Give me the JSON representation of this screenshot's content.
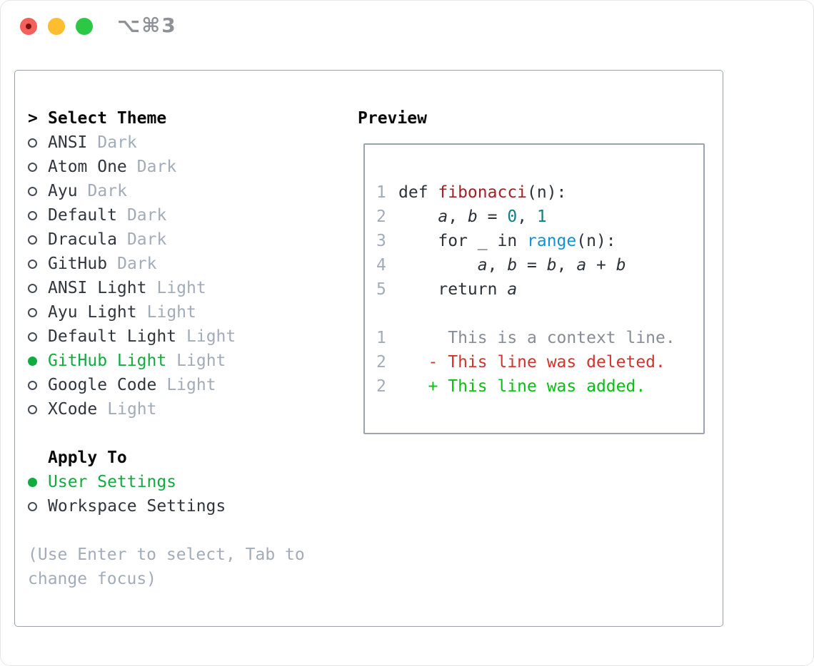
{
  "window": {
    "shortcut": "⌥⌘3",
    "traffic_lights": [
      "close",
      "minimize",
      "zoom"
    ]
  },
  "colors": {
    "accent_green": "#10ac3f",
    "added_green": "#0abe14",
    "deleted_red": "#d0342c",
    "function_red": "#a32026",
    "number_teal": "#0f7f80",
    "builtin_blue": "#1191d6",
    "muted_gray": "#a2acb9",
    "context_gray": "#878d96",
    "border_gray": "#99a2ae"
  },
  "theme_picker": {
    "prompt": ">",
    "header": "Select Theme",
    "items": [
      {
        "label": "ANSI",
        "variant": "Dark",
        "selected": false
      },
      {
        "label": "Atom One",
        "variant": "Dark",
        "selected": false
      },
      {
        "label": "Ayu",
        "variant": "Dark",
        "selected": false
      },
      {
        "label": "Default",
        "variant": "Dark",
        "selected": false
      },
      {
        "label": "Dracula",
        "variant": "Dark",
        "selected": false
      },
      {
        "label": "GitHub",
        "variant": "Dark",
        "selected": false
      },
      {
        "label": "ANSI Light",
        "variant": "Light",
        "selected": false
      },
      {
        "label": "Ayu Light",
        "variant": "Light",
        "selected": false
      },
      {
        "label": "Default Light",
        "variant": "Light",
        "selected": false
      },
      {
        "label": "GitHub Light",
        "variant": "Light",
        "selected": true
      },
      {
        "label": "Google Code",
        "variant": "Light",
        "selected": false
      },
      {
        "label": "XCode",
        "variant": "Light",
        "selected": false
      }
    ],
    "apply_header": "Apply To",
    "apply_options": [
      {
        "label": "User Settings",
        "selected": true
      },
      {
        "label": "Workspace Settings",
        "selected": false
      }
    ],
    "hint_line1": "(Use Enter to select, Tab to",
    "hint_line2": "change focus)"
  },
  "preview": {
    "title": "Preview",
    "lines": [
      {
        "num": "1",
        "segments": [
          {
            "text": "def ",
            "style": "plain"
          },
          {
            "text": "fibonacci",
            "style": "func"
          },
          {
            "text": "(n):",
            "style": "plain"
          }
        ]
      },
      {
        "num": "2",
        "segments": [
          {
            "text": "    ",
            "style": "plain"
          },
          {
            "text": "a",
            "style": "var"
          },
          {
            "text": ", ",
            "style": "plain"
          },
          {
            "text": "b",
            "style": "var"
          },
          {
            "text": " = ",
            "style": "plain"
          },
          {
            "text": "0",
            "style": "num"
          },
          {
            "text": ", ",
            "style": "plain"
          },
          {
            "text": "1",
            "style": "num"
          }
        ]
      },
      {
        "num": "3",
        "segments": [
          {
            "text": "    for _ in ",
            "style": "plain"
          },
          {
            "text": "range",
            "style": "builtin"
          },
          {
            "text": "(n):",
            "style": "plain"
          }
        ]
      },
      {
        "num": "4",
        "segments": [
          {
            "text": "        ",
            "style": "plain"
          },
          {
            "text": "a",
            "style": "var"
          },
          {
            "text": ", ",
            "style": "plain"
          },
          {
            "text": "b",
            "style": "var"
          },
          {
            "text": " = ",
            "style": "plain"
          },
          {
            "text": "b",
            "style": "var"
          },
          {
            "text": ", ",
            "style": "plain"
          },
          {
            "text": "a",
            "style": "var"
          },
          {
            "text": " + ",
            "style": "plain"
          },
          {
            "text": "b",
            "style": "var"
          }
        ]
      },
      {
        "num": "5",
        "segments": [
          {
            "text": "    return ",
            "style": "plain"
          },
          {
            "text": "a",
            "style": "var"
          }
        ]
      },
      {
        "blank": true
      },
      {
        "num": "1",
        "segments": [
          {
            "text": "     This is a context line.",
            "style": "context"
          }
        ]
      },
      {
        "num": "2",
        "segments": [
          {
            "text": "   - This line was deleted.",
            "style": "del"
          }
        ]
      },
      {
        "num": "2",
        "segments": [
          {
            "text": "   + This line was added.",
            "style": "add"
          }
        ]
      }
    ]
  }
}
